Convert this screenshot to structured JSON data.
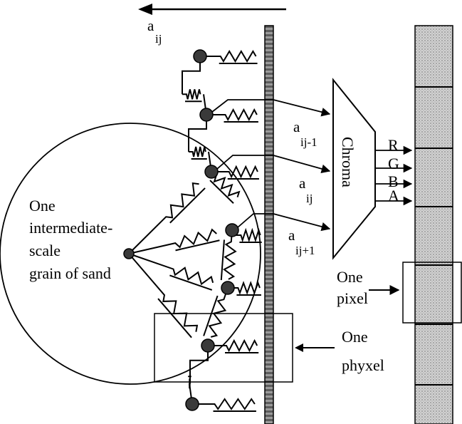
{
  "labels": {
    "a_top": "a",
    "a_top_sub": "ij",
    "a_prev": "a",
    "a_prev_sub": "ij-1",
    "a_cur": "a",
    "a_cur_sub": "ij",
    "a_next": "a",
    "a_next_sub": "ij+1",
    "chroma": "Chroma",
    "r": "R",
    "g": "G",
    "b": "B",
    "a_channel": "A",
    "grain_line1": "One",
    "grain_line2": "intermediate-",
    "grain_line3": "scale",
    "grain_line4": "grain of sand",
    "pixel_line1": "One",
    "pixel_line2": "pixel",
    "phyxel_line1": "One",
    "phyxel_line2": "phyxel"
  },
  "colors": {
    "ink": "#000000",
    "pixel_strip": "#bdbdbd",
    "node": "#3a3a3a",
    "background": "#ffffff"
  }
}
